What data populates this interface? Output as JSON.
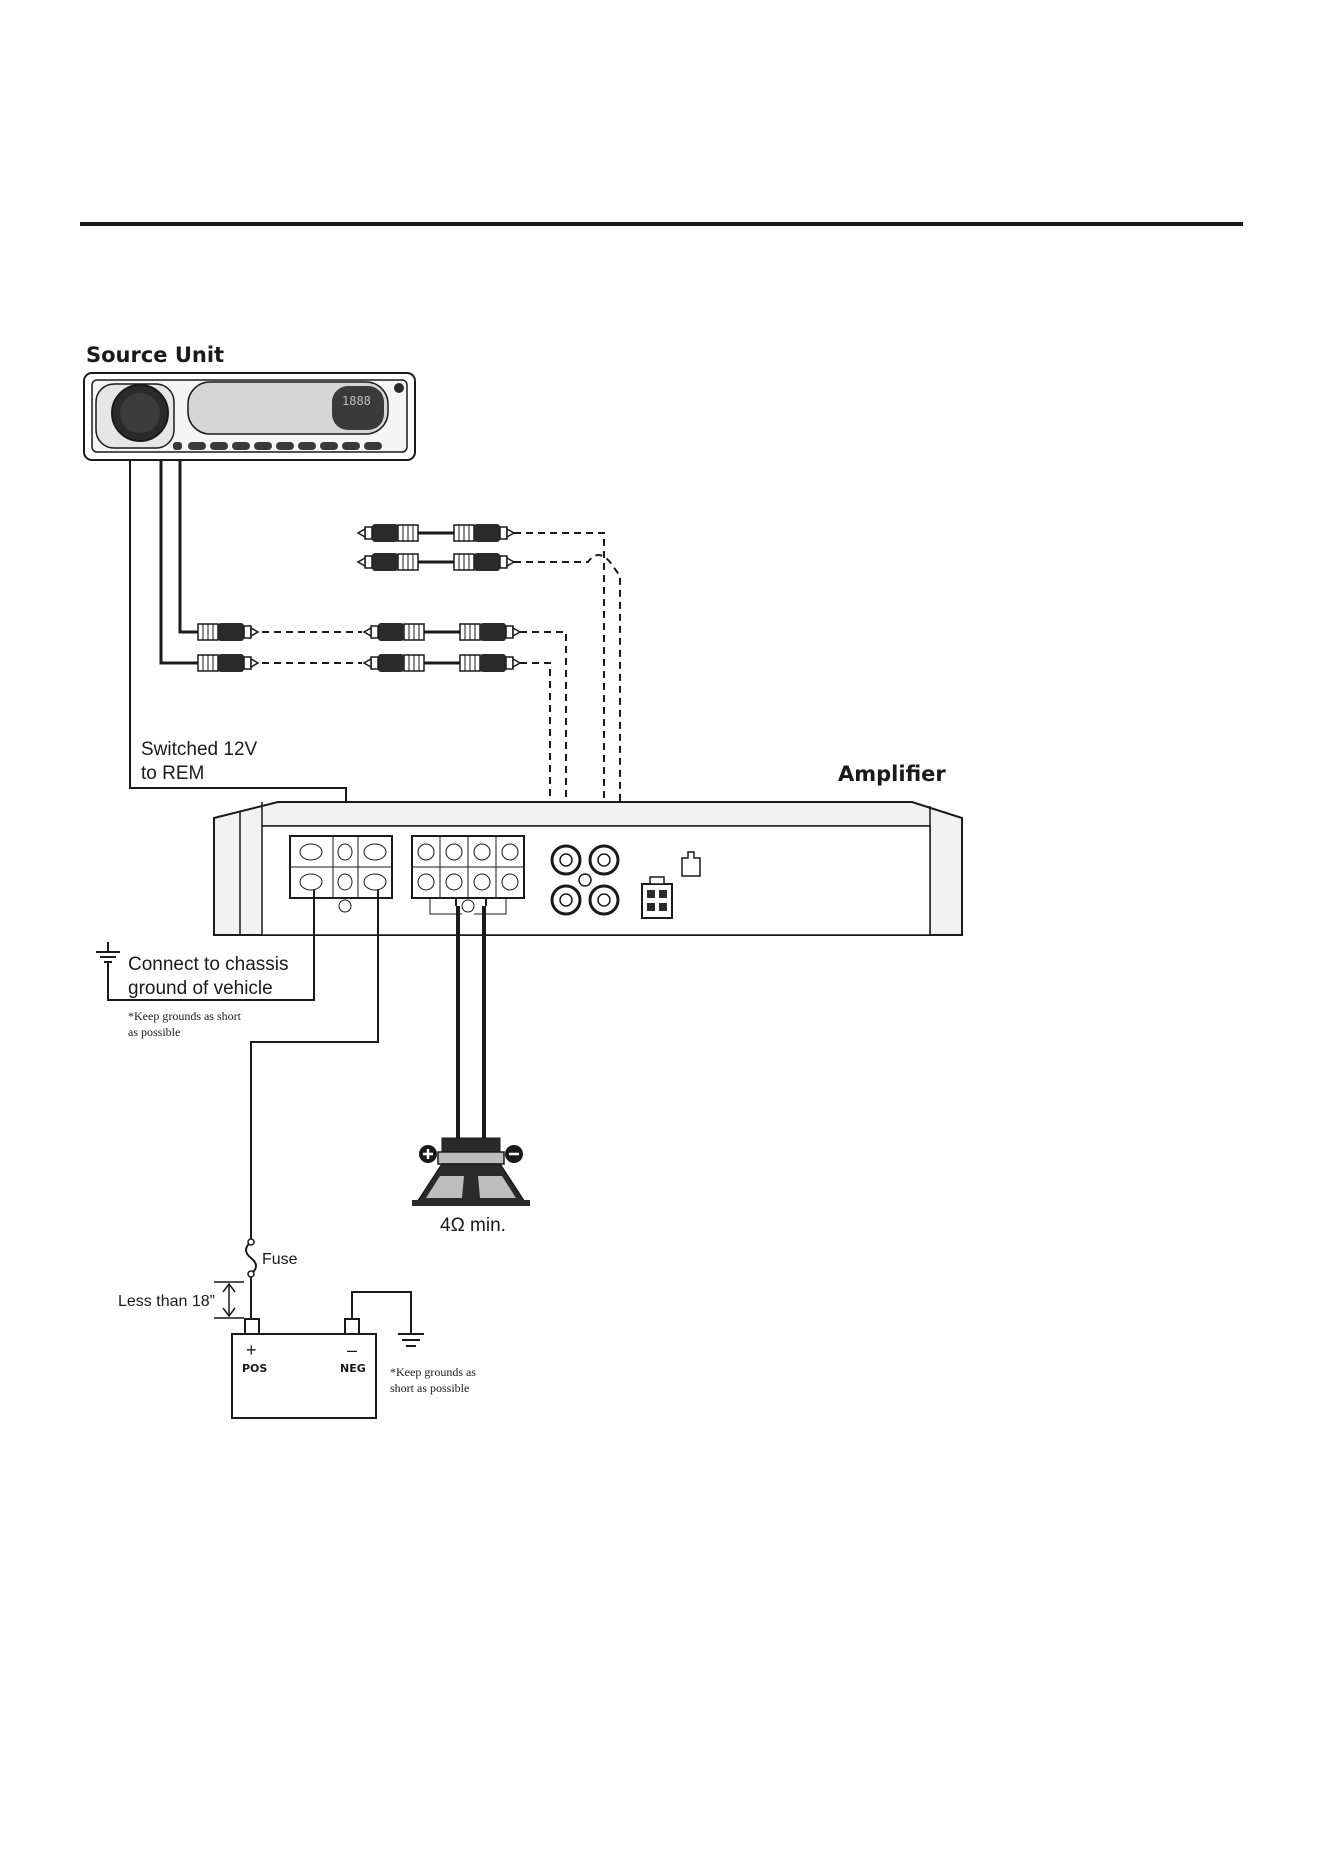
{
  "labels": {
    "source_unit": "Source Unit",
    "amplifier": "Amplifier",
    "rem_line1": "Switched 12V",
    "rem_line2": "to REM",
    "chassis_line1": "Connect to chassis",
    "chassis_line2": "ground of vehicle",
    "ground_note_1_line1": "*Keep grounds as short",
    "ground_note_1_line2": "as possible",
    "speaker_impedance": "4Ω min.",
    "fuse": "Fuse",
    "fuse_distance": "Less than 18”",
    "battery_pos": "POS",
    "battery_neg": "NEG",
    "battery_pos_sign": "+",
    "battery_neg_sign": "–",
    "ground_note_2_line1": "*Keep grounds as",
    "ground_note_2_line2": "short as possible",
    "head_unit_display": "1888"
  },
  "colors": {
    "line": "#1a1a1a",
    "panel_fill": "#f2f2f2",
    "dark_part": "#2a2a2a",
    "grey_part": "#bdbdbd",
    "background": "#ffffff"
  }
}
